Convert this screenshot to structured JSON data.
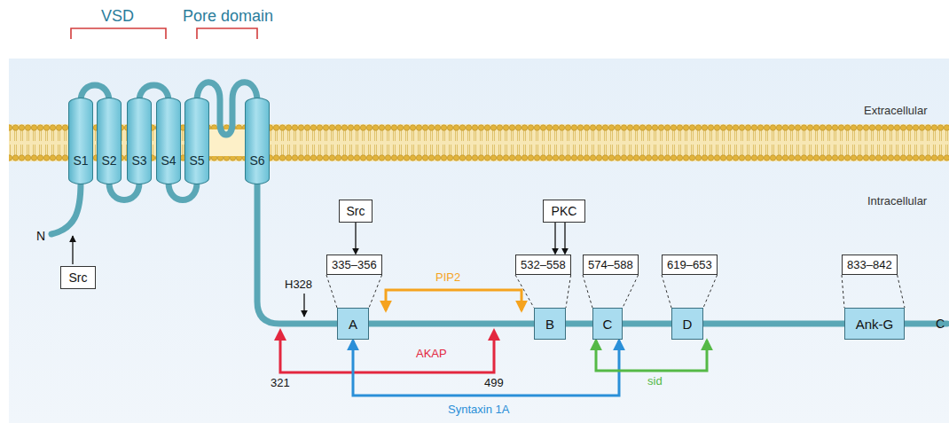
{
  "diagram": {
    "nodes": [
      {
        "text": [
          "S1"
        ]
      },
      {
        "text": [
          "S2"
        ]
      },
      {
        "text": [
          "S3"
        ]
      },
      {
        "text": [
          "S4"
        ]
      },
      {
        "text": [
          "S5"
        ]
      },
      {
        "text": [
          "S6"
        ]
      },
      {
        "text": [
          "Src"
        ]
      },
      {
        "text": [
          "Src"
        ]
      },
      {
        "text": [
          "PKC"
        ]
      },
      {
        "text": [
          "335–356"
        ]
      },
      {
        "text": [
          "532–558"
        ]
      },
      {
        "text": [
          "574–588"
        ]
      },
      {
        "text": [
          "619–653"
        ]
      },
      {
        "text": [
          "833–842"
        ]
      },
      {
        "text": [
          "A"
        ]
      },
      {
        "text": [
          "B"
        ]
      },
      {
        "text": [
          "C"
        ]
      },
      {
        "text": [
          "D"
        ]
      },
      {
        "text": [
          "Ank-G"
        ]
      }
    ],
    "edges": [
      {
        "from": 7,
        "to": 9,
        "arrow": "to"
      },
      {
        "from": 8,
        "to": 10,
        "arrow": "to"
      },
      {
        "from": 8,
        "to": 10,
        "arrow": "to"
      },
      {
        "from": 9,
        "to": 14,
        "arrow": "none"
      },
      {
        "from": 10,
        "to": 15,
        "arrow": "none"
      },
      {
        "from": 11,
        "to": 16,
        "arrow": "none"
      },
      {
        "from": 12,
        "to": 17,
        "arrow": "none"
      },
      {
        "from": 13,
        "to": 18,
        "arrow": "none"
      },
      {
        "from": 14,
        "to": 15,
        "label": "PIP2",
        "arrow": "both"
      },
      {
        "from": 14,
        "to": 16,
        "label": "Syntaxin 1A",
        "arrow": "both"
      },
      {
        "from": 16,
        "to": 17,
        "label": "sid",
        "arrow": "both"
      }
    ],
    "labels": [
      "VSD",
      "Pore domain",
      "Extracellular",
      "Intracellular",
      "N",
      "H328",
      "AKAP",
      "321",
      "499",
      "C"
    ]
  }
}
